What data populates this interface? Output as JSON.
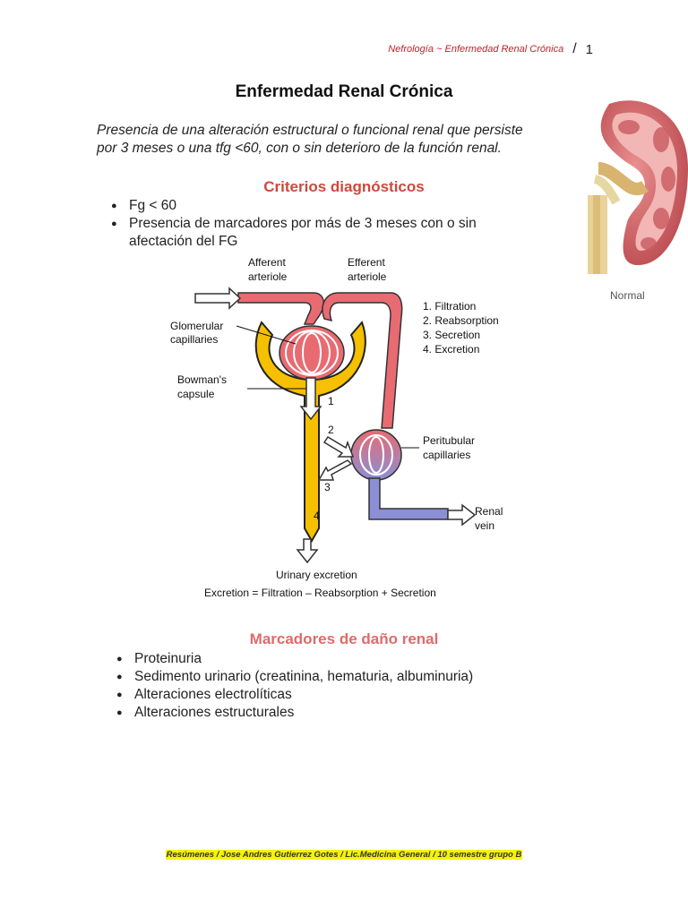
{
  "header": {
    "crumb": "Nefrología ~ Enfermedad Renal Crónica",
    "separator": "/",
    "page_number": "1"
  },
  "title": "Enfermedad Renal Crónica",
  "intro": {
    "line1": "Presencia de una alteración estructural o funcional renal que persiste",
    "line2": "por 3 meses o una tfg <60, con o sin deterioro de la función renal."
  },
  "section1": {
    "heading": "Criterios diagnósticos",
    "items": [
      "Fg < 60",
      "Presencia de marcadores por más de 3 meses con o sin afectación del FG"
    ]
  },
  "kidney_image": {
    "label": "Normal"
  },
  "diagram": {
    "afferent": "Afferent arteriole",
    "efferent": "Efferent arteriole",
    "glomerular": "Glomerular capillaries",
    "bowman": "Bowman's capsule",
    "peritubular": "Peritubular capillaries",
    "renal_vein": "Renal vein",
    "steps": [
      "1. Filtration",
      "2. Reabsorption",
      "3. Secretion",
      "4. Excretion"
    ],
    "numbers": [
      "1",
      "2",
      "3",
      "4"
    ],
    "urinary": "Urinary excretion",
    "equation": "Excretion = Filtration – Reabsorption + Secretion"
  },
  "section2": {
    "heading": "Marcadores de daño renal",
    "items": [
      "Proteinuria",
      "Sedimento urinario (creatinina, hematuria, albuminuria)",
      "Alteraciones electrolíticas",
      "Alteraciones estructurales"
    ]
  },
  "footer": "Resúmenes / Jose Andres Gutierrez Gotes / Lic.Medicina General / 10 semestre grupo B",
  "colors": {
    "artery": "#e86b72",
    "vein": "#8a8fd6",
    "tubule": "#f5c000",
    "heading": "#cc4a3e",
    "highlight": "#f7f300"
  }
}
